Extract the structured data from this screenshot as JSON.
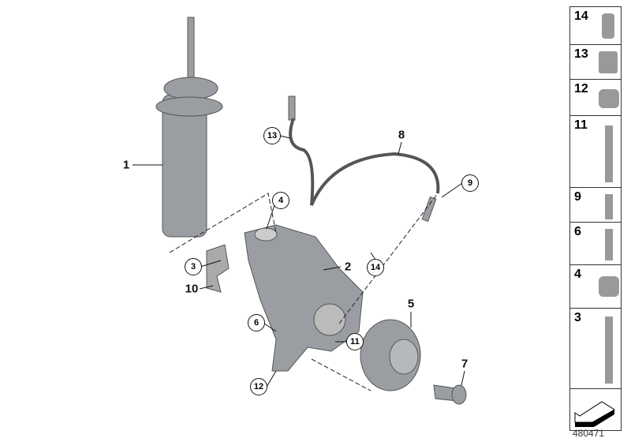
{
  "diagram": {
    "callouts": [
      {
        "id": "1",
        "style": "plain"
      },
      {
        "id": "2",
        "style": "plain"
      },
      {
        "id": "3",
        "style": "circled"
      },
      {
        "id": "4",
        "style": "circled"
      },
      {
        "id": "5",
        "style": "plain"
      },
      {
        "id": "6",
        "style": "circled"
      },
      {
        "id": "7",
        "style": "plain"
      },
      {
        "id": "8",
        "style": "plain"
      },
      {
        "id": "9",
        "style": "circled"
      },
      {
        "id": "10",
        "style": "plain"
      },
      {
        "id": "11",
        "style": "circled"
      },
      {
        "id": "12",
        "style": "circled"
      },
      {
        "id": "13",
        "style": "circled"
      },
      {
        "id": "14",
        "style": "circled"
      }
    ],
    "parts_panel": [
      "14",
      "13",
      "12",
      "11",
      "9",
      "6",
      "4",
      "3"
    ],
    "diagram_number": "480471",
    "part_color": "#8e9296"
  }
}
